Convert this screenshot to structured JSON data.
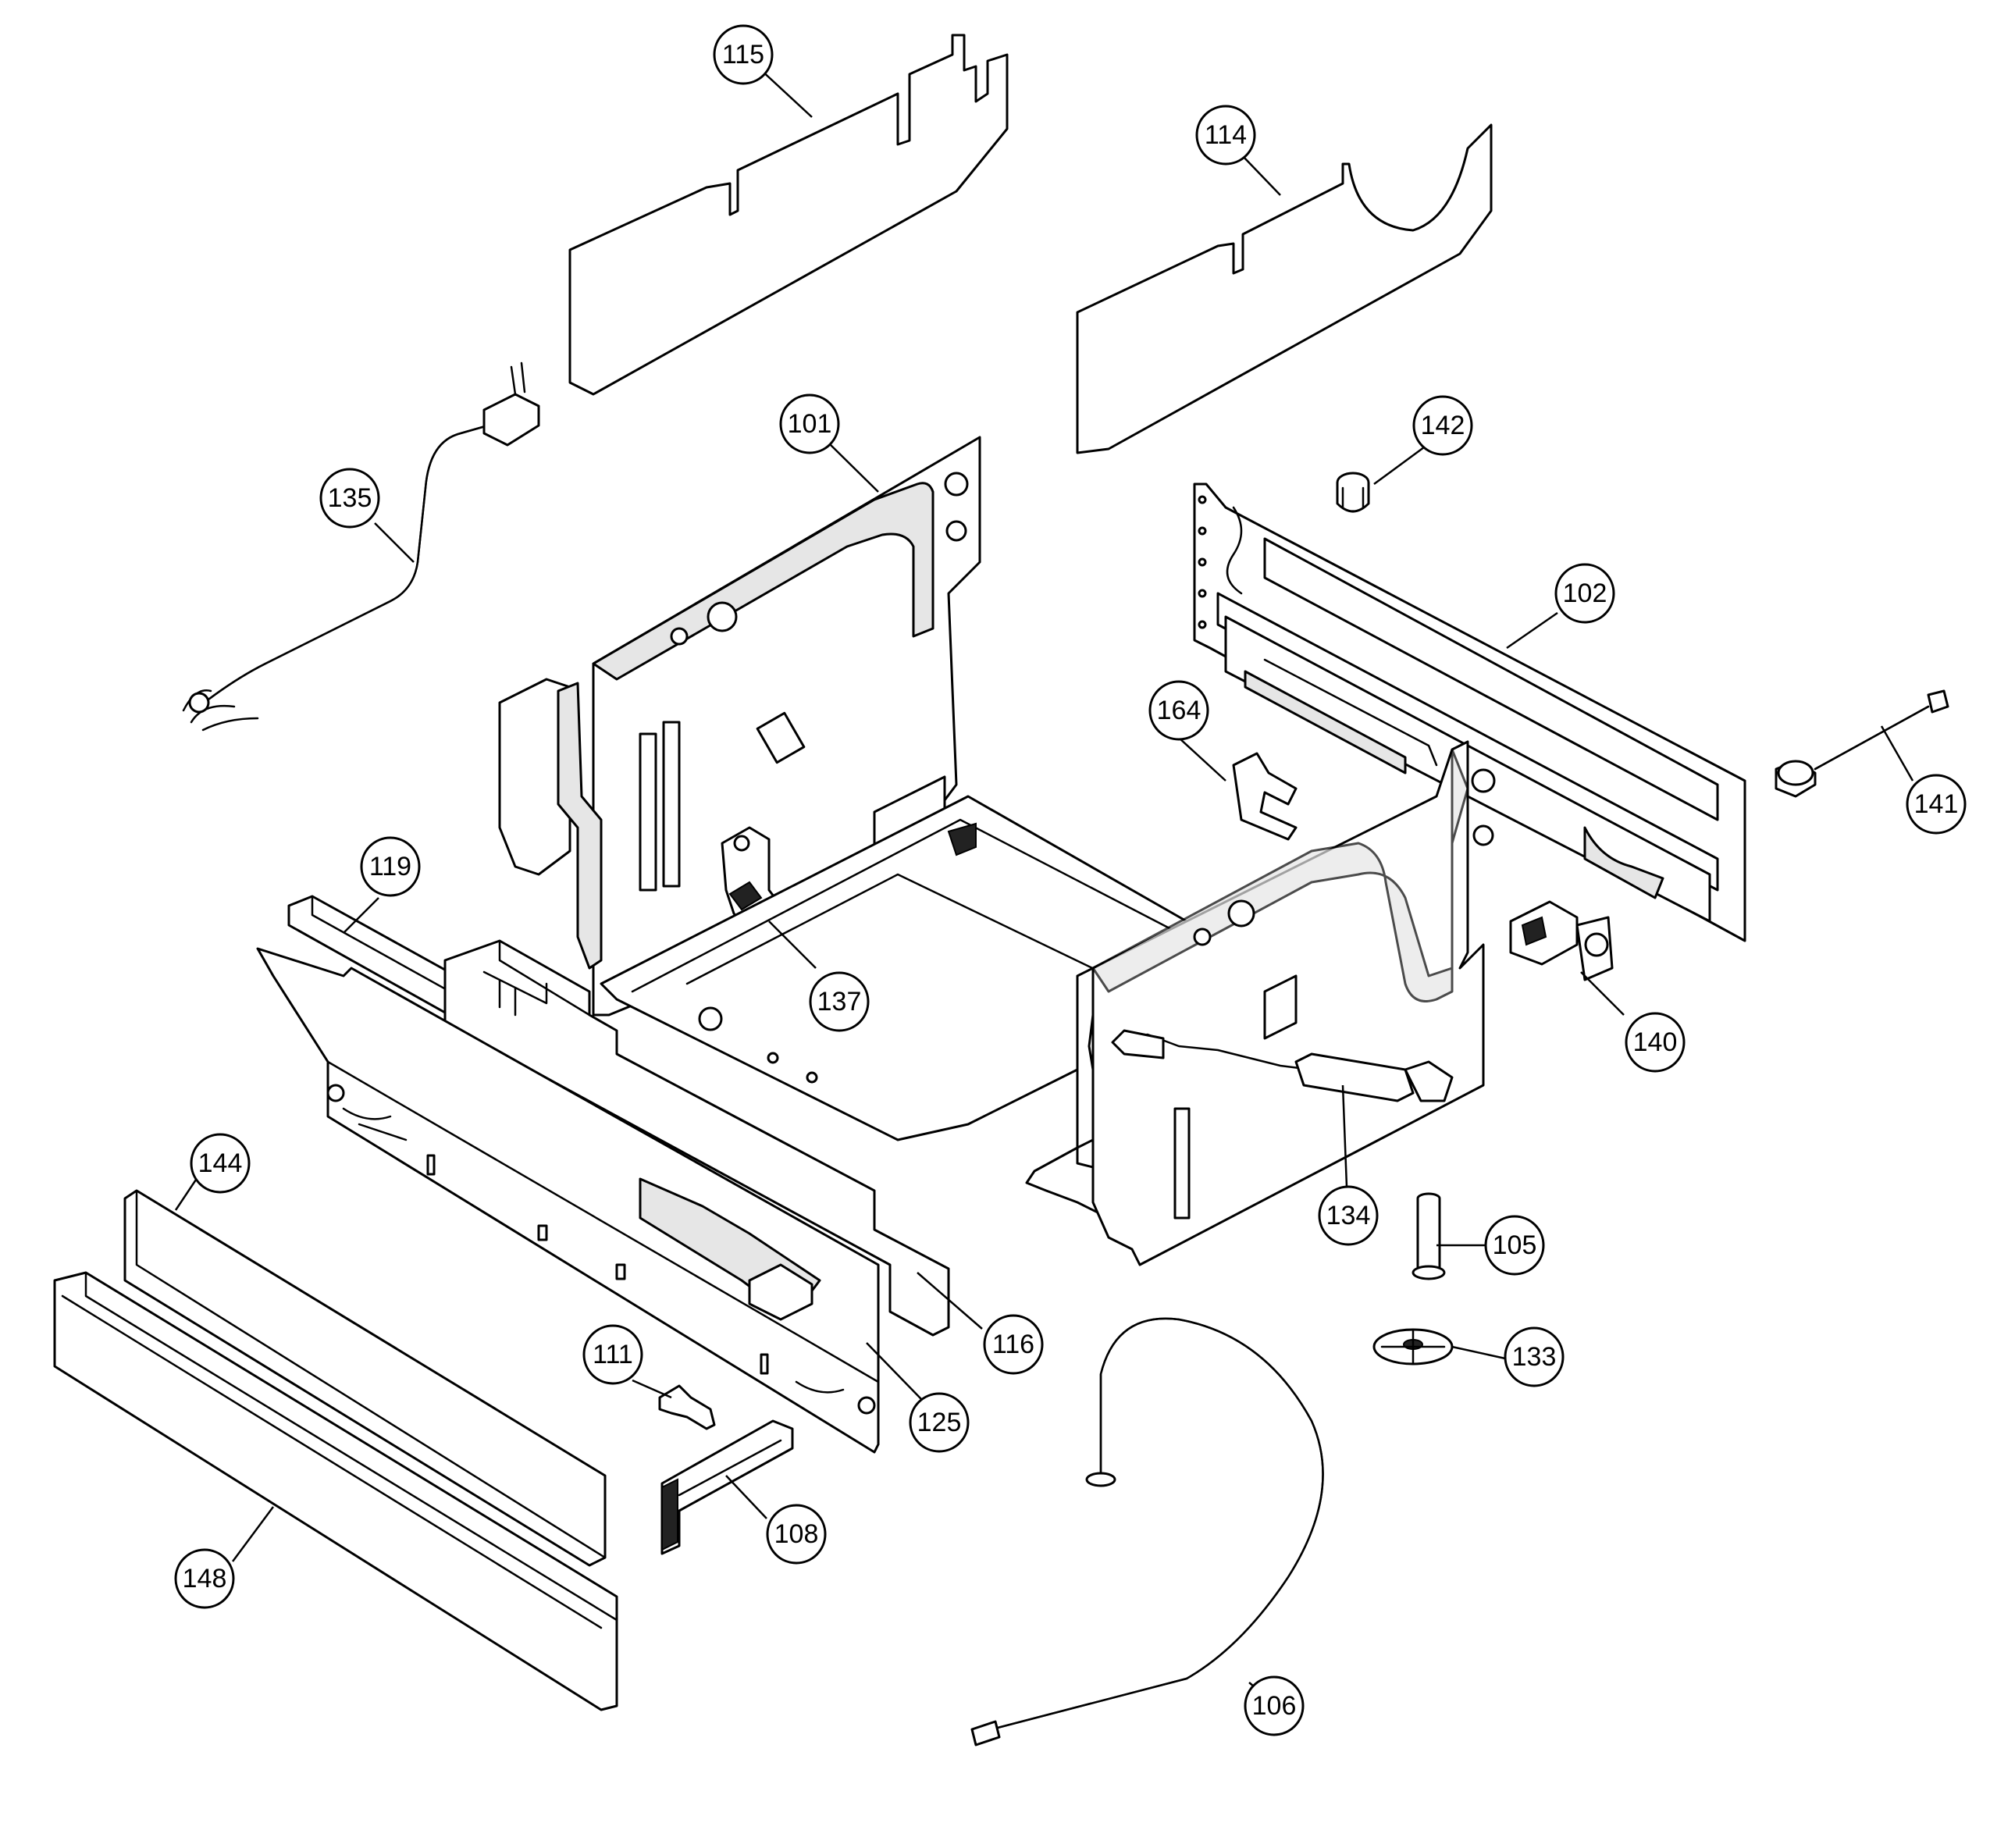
{
  "callouts": [
    {
      "id": "115",
      "label": "115"
    },
    {
      "id": "114",
      "label": "114"
    },
    {
      "id": "101",
      "label": "101"
    },
    {
      "id": "142",
      "label": "142"
    },
    {
      "id": "135",
      "label": "135"
    },
    {
      "id": "102",
      "label": "102"
    },
    {
      "id": "164",
      "label": "164"
    },
    {
      "id": "141",
      "label": "141"
    },
    {
      "id": "119",
      "label": "119"
    },
    {
      "id": "137",
      "label": "137"
    },
    {
      "id": "140",
      "label": "140"
    },
    {
      "id": "144",
      "label": "144"
    },
    {
      "id": "134",
      "label": "134"
    },
    {
      "id": "105",
      "label": "105"
    },
    {
      "id": "116",
      "label": "116"
    },
    {
      "id": "133",
      "label": "133"
    },
    {
      "id": "111",
      "label": "111"
    },
    {
      "id": "125",
      "label": "125"
    },
    {
      "id": "108",
      "label": "108"
    },
    {
      "id": "148",
      "label": "148"
    },
    {
      "id": "106",
      "label": "106"
    }
  ]
}
